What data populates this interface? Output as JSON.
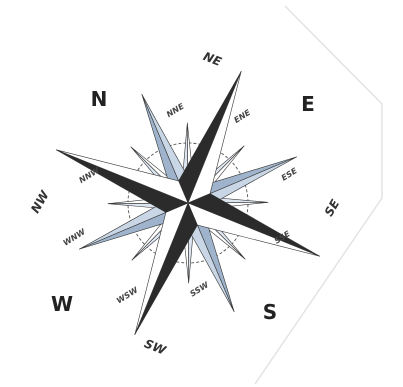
{
  "compass": {
    "rotation_deg": 22,
    "labels": {
      "N": "N",
      "NE": "NE",
      "E": "E",
      "SE": "SE",
      "S": "S",
      "SW": "SW",
      "W": "W",
      "NW": "NW",
      "NNE": "NNE",
      "ENE": "ENE",
      "ESE": "ESE",
      "SSE": "SSE",
      "SSW": "SSW",
      "WSW": "WSW",
      "WNW": "WNW",
      "NNW": "NNW"
    },
    "colors": {
      "dark": "#2b2b2b",
      "light": "#ffffff",
      "blue_main": "#9fb4cc",
      "blue_light": "#c8d6e6",
      "blue_minor": "#dde6f0",
      "ring": "#555555",
      "outline": "#e2e2e2",
      "label": "#222222"
    }
  }
}
